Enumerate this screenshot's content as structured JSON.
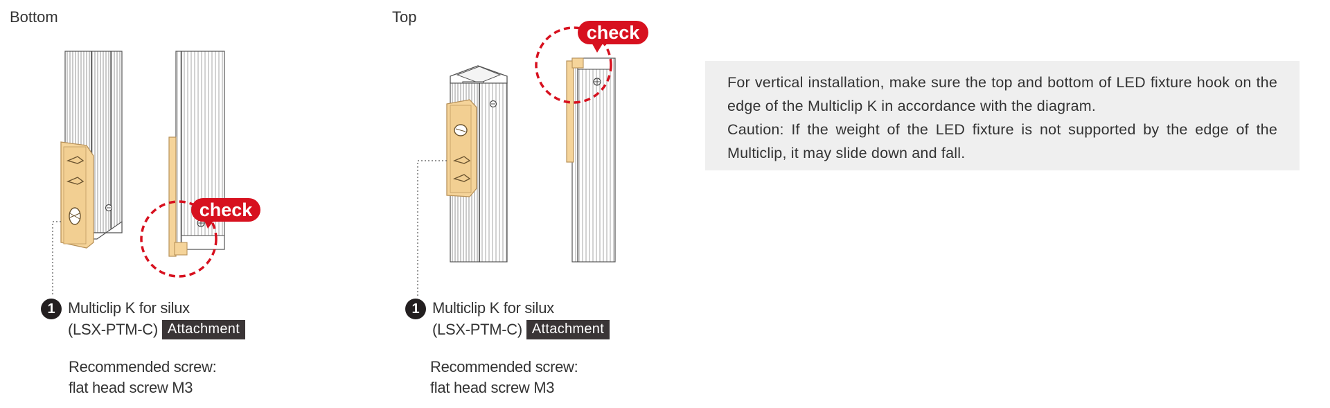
{
  "sections": {
    "bottom_label": "Bottom",
    "top_label": "Top"
  },
  "callout": {
    "check_label": "check"
  },
  "part": {
    "number": "1",
    "name": "Multiclip K for silux",
    "code": "(LSX-PTM-C)",
    "tag": "Attachment",
    "screw_line1": "Recommended screw:",
    "screw_line2": "flat head screw M3"
  },
  "note": {
    "line1": "For vertical installation, make sure the top and bottom of LED fixture hook on the edge of the Multiclip K in accordance with the diagram.",
    "line2": "Caution: If the weight of the LED fixture is not supported by the edge of the Multiclip, it may slide down and fall."
  },
  "colors": {
    "check_red": "#d7111f",
    "clip_fill": "#f5d49a",
    "clip_stroke": "#c9a46a",
    "profile_stroke": "#555555",
    "note_bg": "#efefef",
    "tag_bg": "#3a3536"
  }
}
